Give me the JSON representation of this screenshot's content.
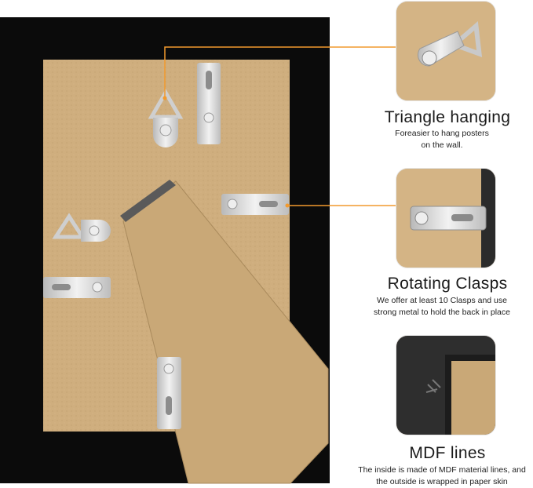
{
  "features": [
    {
      "title": "Triangle hanging",
      "desc_lines": [
        "Foreasier to hang posters",
        "on the wall."
      ]
    },
    {
      "title": "Rotating Clasps",
      "desc_lines": [
        "We offer at least 10 Clasps and use",
        "strong metal to hold the back in place"
      ]
    },
    {
      "title": "MDF lines",
      "desc_lines": [
        "The inside is made of MDF material lines, and",
        "the outside is wrapped in paper skin"
      ]
    }
  ],
  "colors": {
    "frame": "#0b0b0b",
    "backing": "#cfae7e",
    "metal": "#d9d9d9",
    "accent": "#f29a2e"
  }
}
